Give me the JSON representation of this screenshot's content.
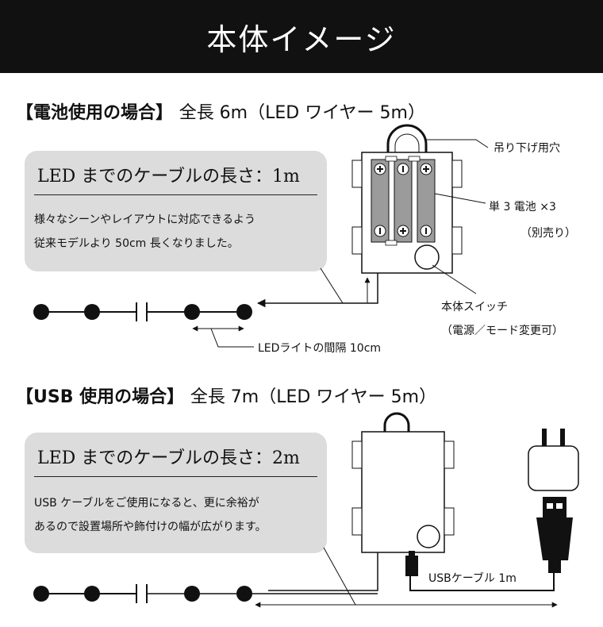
{
  "header": {
    "title": "本体イメージ"
  },
  "battery_section": {
    "title_bold": "【電池使用の場合】",
    "title_rest": "全長 6m（LED ワイヤー 5m）",
    "card_heading": "LED までのケーブルの長さ：1m",
    "card_lines": [
      "様々なシーンやレイアウトに対応できるよう",
      "従来モデルより 50cm 長くなりました。"
    ],
    "label_hanging_hole": "吊り下げ用穴",
    "label_battery": "単 3 電池 ×3",
    "label_battery_note": "（別売り）",
    "label_switch": "本体スイッチ",
    "label_switch_note": "（電源／モード変更可）",
    "label_led_spacing": "LEDライトの間隔 10cm"
  },
  "usb_section": {
    "title_bold": "【USB 使用の場合】",
    "title_rest": "全長 7m（LED ワイヤー 5m）",
    "card_heading": "LED までのケーブルの長さ：2m",
    "card_lines": [
      "USB ケーブルをご使用になると、更に余裕が",
      "あるので設置場所や飾付けの幅が広がります。"
    ],
    "label_usb_cable": "USBケーブル 1m"
  },
  "colors": {
    "header_bg": "#111111",
    "card_bg": "#dcdcdc",
    "battery_fill": "#9b9b9b"
  }
}
